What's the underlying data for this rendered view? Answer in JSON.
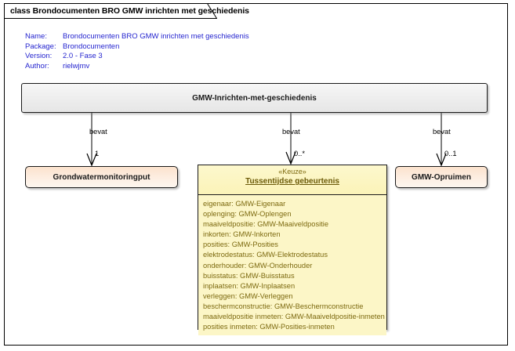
{
  "frame": {
    "tab_label": "class Brondocumenten BRO GMW inrichten met geschiedenis"
  },
  "meta": {
    "rows": [
      {
        "key": "Name:",
        "value": "Brondocumenten BRO GMW inrichten met geschiedenis"
      },
      {
        "key": "Package:",
        "value": "Brondocumenten"
      },
      {
        "key": "Version:",
        "value": "2.0 - Fase 3"
      },
      {
        "key": "Author:",
        "value": "rielwjmv"
      }
    ]
  },
  "classes": {
    "main": {
      "name": "GMW-Inrichten-met-geschiedenis"
    },
    "left": {
      "name": "Grondwatermonitoringput"
    },
    "center": {
      "stereotype": "«Keuze»",
      "name": "Tussentijdse gebeurtenis",
      "attributes": [
        "eigenaar: GMW-Eigenaar",
        "oplenging: GMW-Oplengen",
        "maaiveldpositie: GMW-Maaiveldpositie",
        "inkorten: GMW-Inkorten",
        "posities: GMW-Posities",
        "elektrodestatus: GMW-Elektrodestatus",
        "onderhouder: GMW-Onderhouder",
        "buisstatus: GMW-Buisstatus",
        "inplaatsen: GMW-Inplaatsen",
        "verleggen: GMW-Verleggen",
        "beschermconstructie: GMW-Beschermconstructie",
        "maaiveldpositie inmeten: GMW-Maaiveldpositie-inmeten",
        "posities inmeten: GMW-Posities-inmeten"
      ]
    },
    "right": {
      "name": "GMW-Opruimen"
    }
  },
  "connectors": [
    {
      "label": "bevat",
      "multiplicity": "1"
    },
    {
      "label": "bevat",
      "multiplicity": "0..*"
    },
    {
      "label": "bevat",
      "multiplicity": "0..1"
    }
  ],
  "colors": {
    "meta_text": "#2525cf",
    "keuze_fill": "#fcf6c7",
    "keuze_text": "#7d6a10",
    "peach_fill": "#fbe2cd",
    "main_fill": "#ededed",
    "border": "#1a1a1a"
  }
}
